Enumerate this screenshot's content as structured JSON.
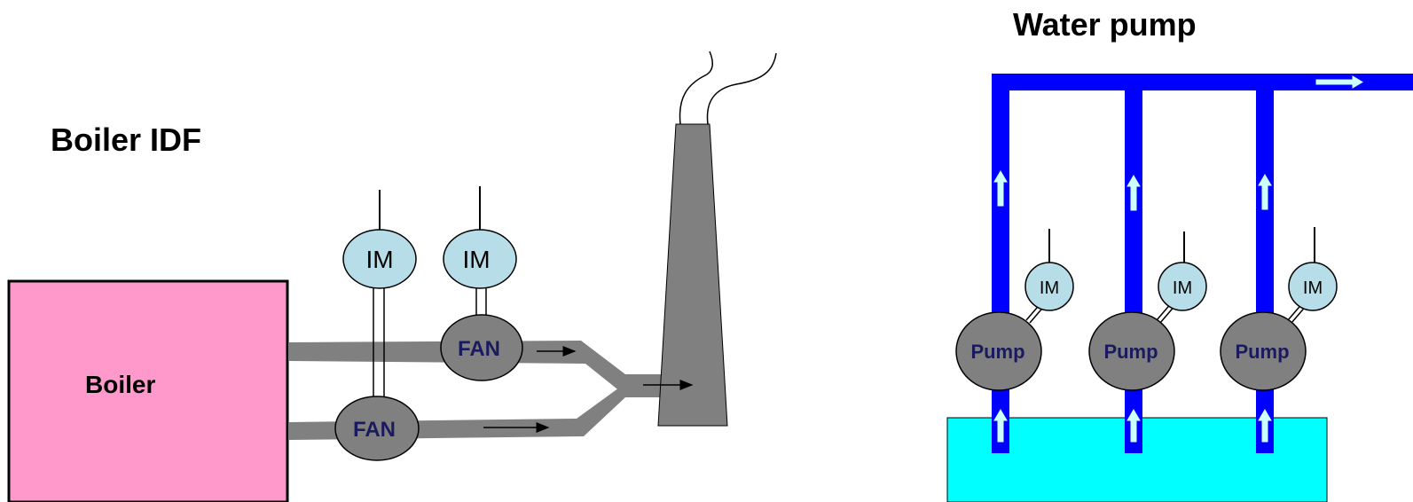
{
  "boiler_idf": {
    "title": "Boiler IDF",
    "boiler_label": "Boiler",
    "motors": [
      "IM",
      "IM"
    ],
    "fans": [
      "FAN",
      "FAN"
    ]
  },
  "water_pump": {
    "title": "Water pump",
    "motors": [
      "IM",
      "IM",
      "IM"
    ],
    "pumps": [
      "Pump",
      "Pump",
      "Pump"
    ]
  },
  "colors": {
    "boiler_fill": "#ff99cc",
    "duct": "#808080",
    "motor_fill": "#b7dee8",
    "machine_fill": "#808080",
    "water_pipe": "#0000ff",
    "tank": "#00ffff",
    "flow_arrow": "#ccffff"
  }
}
